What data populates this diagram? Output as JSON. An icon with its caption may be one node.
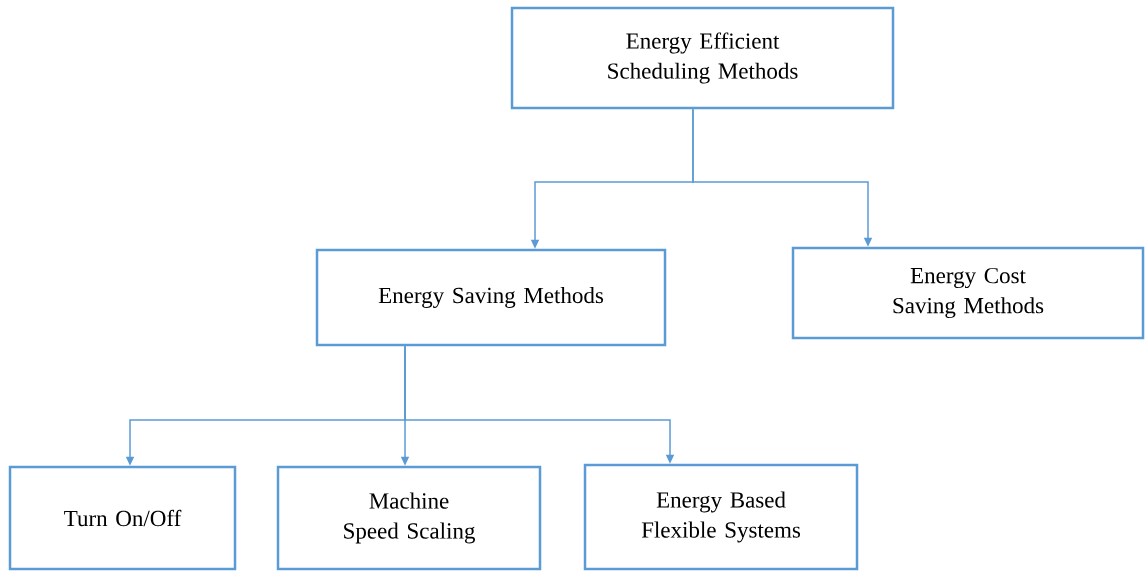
{
  "diagram": {
    "nodes": [
      {
        "text": [
          "Energy Efficient Scheduling Methods"
        ]
      },
      {
        "text": [
          "Energy Saving Methods"
        ]
      },
      {
        "text": [
          "Energy Cost Saving Methods"
        ]
      },
      {
        "text": [
          "Turn On/Off"
        ]
      },
      {
        "text": [
          "Machine Speed Scaling"
        ]
      },
      {
        "text": [
          "Energy Based Flexible Systems"
        ]
      }
    ],
    "edges": [
      {
        "from": 0,
        "to": 1,
        "arrow": "to"
      },
      {
        "from": 0,
        "to": 2,
        "arrow": "to"
      },
      {
        "from": 1,
        "to": 3,
        "arrow": "to"
      },
      {
        "from": 1,
        "to": 4,
        "arrow": "to"
      },
      {
        "from": 1,
        "to": 5,
        "arrow": "to"
      }
    ]
  }
}
